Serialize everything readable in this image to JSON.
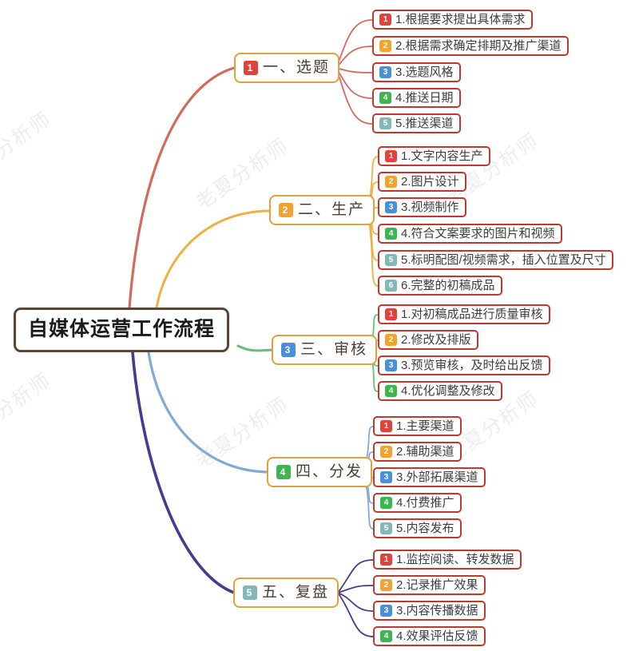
{
  "central": {
    "label": "自媒体运营工作流程"
  },
  "watermark": {
    "text": "老夏分析师"
  },
  "colors": {
    "central_border": "#5a4632",
    "branch_border": "#e2a23b",
    "child_border": "#c2382f",
    "badge_red": "#e0433c",
    "badge_amber": "#f0a32f",
    "badge_blue": "#4a90d8",
    "badge_green": "#3eb54f",
    "badge_teal": "#85b7ba",
    "line_red": "#d4695f",
    "line_amber": "#eeb140",
    "line_green": "#69bd78",
    "line_blue": "#82aad8",
    "line_navy": "#413d91"
  },
  "branches": [
    {
      "label": "一、选题",
      "badge": "1",
      "children": [
        {
          "badge": "1",
          "text": "1.根据要求提出具体需求"
        },
        {
          "badge": "2",
          "text": "2.根据需求确定排期及推广渠道"
        },
        {
          "badge": "3",
          "text": "3.选题风格"
        },
        {
          "badge": "4",
          "text": "4.推送日期"
        },
        {
          "badge": "5",
          "text": "5.推送渠道"
        }
      ]
    },
    {
      "label": "二、生产",
      "badge": "2",
      "children": [
        {
          "badge": "1",
          "text": "1.文字内容生产"
        },
        {
          "badge": "2",
          "text": "2.图片设计"
        },
        {
          "badge": "3",
          "text": "3.视频制作"
        },
        {
          "badge": "4",
          "text": "4.符合文案要求的图片和视频"
        },
        {
          "badge": "5",
          "text": "5.标明配图/视频需求，插入位置及尺寸"
        },
        {
          "badge": "6",
          "text": "6.完整的初稿成品"
        }
      ]
    },
    {
      "label": "三、审核",
      "badge": "3",
      "children": [
        {
          "badge": "1",
          "text": "1.对初稿成品进行质量审核"
        },
        {
          "badge": "2",
          "text": "2.修改及排版"
        },
        {
          "badge": "3",
          "text": "3.预览审核，及时给出反馈"
        },
        {
          "badge": "4",
          "text": "4.优化调整及修改"
        }
      ]
    },
    {
      "label": "四、分发",
      "badge": "4",
      "children": [
        {
          "badge": "1",
          "text": "1.主要渠道"
        },
        {
          "badge": "2",
          "text": "2.辅助渠道"
        },
        {
          "badge": "3",
          "text": "3.外部拓展渠道"
        },
        {
          "badge": "4",
          "text": "4.付费推广"
        },
        {
          "badge": "5",
          "text": "5.内容发布"
        }
      ]
    },
    {
      "label": "五、复盘",
      "badge": "5",
      "children": [
        {
          "badge": "1",
          "text": "1.监控阅读、转发数据"
        },
        {
          "badge": "2",
          "text": "2.记录推广效果"
        },
        {
          "badge": "3",
          "text": "3.内容传播数据"
        },
        {
          "badge": "4",
          "text": "4.效果评估反馈"
        }
      ]
    }
  ]
}
